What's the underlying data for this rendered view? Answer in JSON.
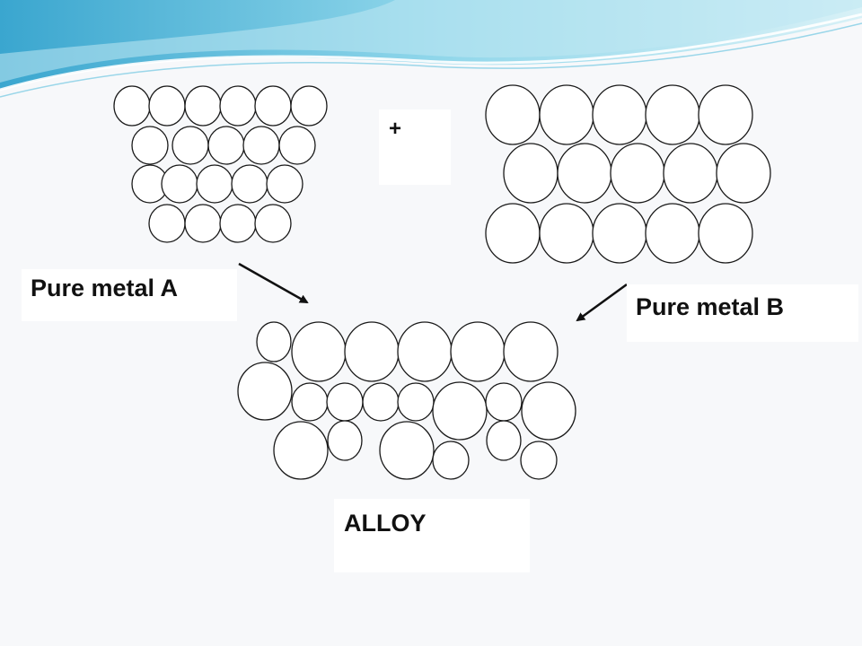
{
  "slide": {
    "labels": {
      "pure_metal_a": "Pure metal A",
      "pure_metal_b": "Pure metal B",
      "alloy": "ALLOY",
      "plus": "+"
    },
    "colors": {
      "background": "#f7f8fa",
      "wave_accent": "#4fb8d8",
      "wave_light": "#c8ecf4",
      "atom_stroke": "#1a1a1a",
      "atom_fill": "#ffffff",
      "arrow": "#111111"
    }
  }
}
